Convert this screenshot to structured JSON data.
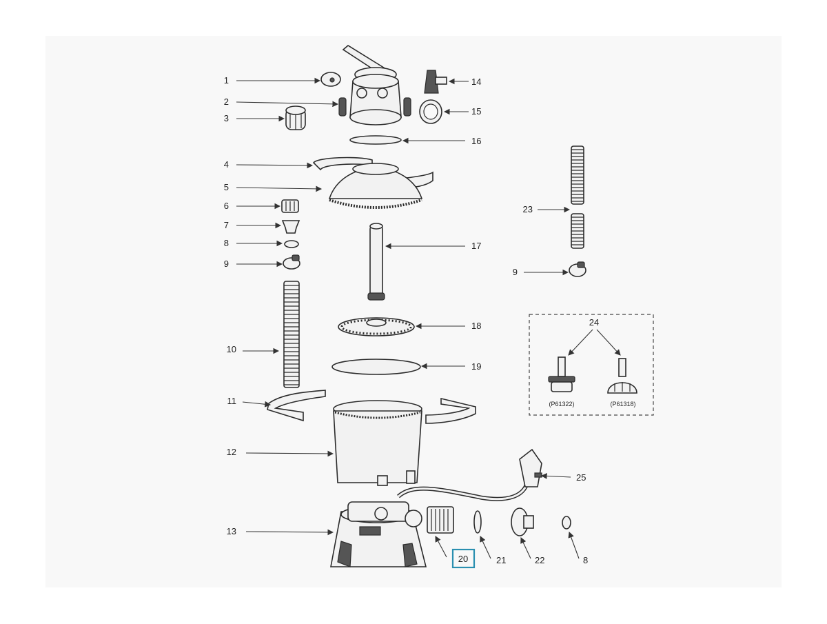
{
  "callouts": {
    "c1": "1",
    "c2": "2",
    "c3": "3",
    "c4": "4",
    "c5": "5",
    "c6": "6",
    "c7": "7",
    "c8a": "8",
    "c9a": "9",
    "c10": "10",
    "c11": "11",
    "c12": "12",
    "c13": "13",
    "c14": "14",
    "c15": "15",
    "c16": "16",
    "c17": "17",
    "c18": "18",
    "c19": "19",
    "c20": "20",
    "c21": "21",
    "c22": "22",
    "c23": "23",
    "c9b": "9",
    "c24": "24",
    "c25": "25",
    "c8b": "8"
  },
  "part_codes": {
    "left": "(P61322)",
    "right": "(P61318)"
  },
  "colors": {
    "highlight": "#2a8fb0",
    "line": "#2b2b2b",
    "panel": "#f8f8f8"
  }
}
